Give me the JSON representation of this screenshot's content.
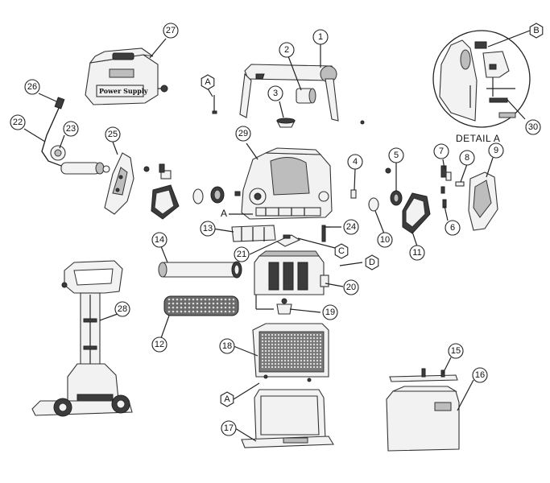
{
  "diagram": {
    "detail_caption": "DETAIL A",
    "power_supply_label": "Power Supply",
    "callouts": [
      {
        "id": "1",
        "shape": "circle"
      },
      {
        "id": "2",
        "shape": "circle"
      },
      {
        "id": "3",
        "shape": "circle"
      },
      {
        "id": "4",
        "shape": "circle"
      },
      {
        "id": "5",
        "shape": "circle"
      },
      {
        "id": "6",
        "shape": "circle"
      },
      {
        "id": "7",
        "shape": "circle"
      },
      {
        "id": "8",
        "shape": "circle"
      },
      {
        "id": "9",
        "shape": "circle"
      },
      {
        "id": "10",
        "shape": "circle"
      },
      {
        "id": "11",
        "shape": "circle"
      },
      {
        "id": "12",
        "shape": "circle"
      },
      {
        "id": "13",
        "shape": "circle"
      },
      {
        "id": "14",
        "shape": "circle"
      },
      {
        "id": "15",
        "shape": "circle"
      },
      {
        "id": "16",
        "shape": "circle"
      },
      {
        "id": "17",
        "shape": "circle"
      },
      {
        "id": "18",
        "shape": "circle"
      },
      {
        "id": "19",
        "shape": "circle"
      },
      {
        "id": "20",
        "shape": "circle"
      },
      {
        "id": "21",
        "shape": "circle"
      },
      {
        "id": "22",
        "shape": "circle"
      },
      {
        "id": "23",
        "shape": "circle"
      },
      {
        "id": "24",
        "shape": "circle"
      },
      {
        "id": "25",
        "shape": "circle"
      },
      {
        "id": "26",
        "shape": "circle"
      },
      {
        "id": "27",
        "shape": "circle"
      },
      {
        "id": "28",
        "shape": "circle"
      },
      {
        "id": "29",
        "shape": "circle"
      },
      {
        "id": "30",
        "shape": "circle"
      },
      {
        "id": "A",
        "shape": "hexagon"
      },
      {
        "id": "A",
        "shape": "hexagon"
      },
      {
        "id": "B",
        "shape": "hexagon"
      },
      {
        "id": "C",
        "shape": "hexagon"
      },
      {
        "id": "D",
        "shape": "hexagon"
      }
    ],
    "inline_labels": [
      "A"
    ]
  }
}
